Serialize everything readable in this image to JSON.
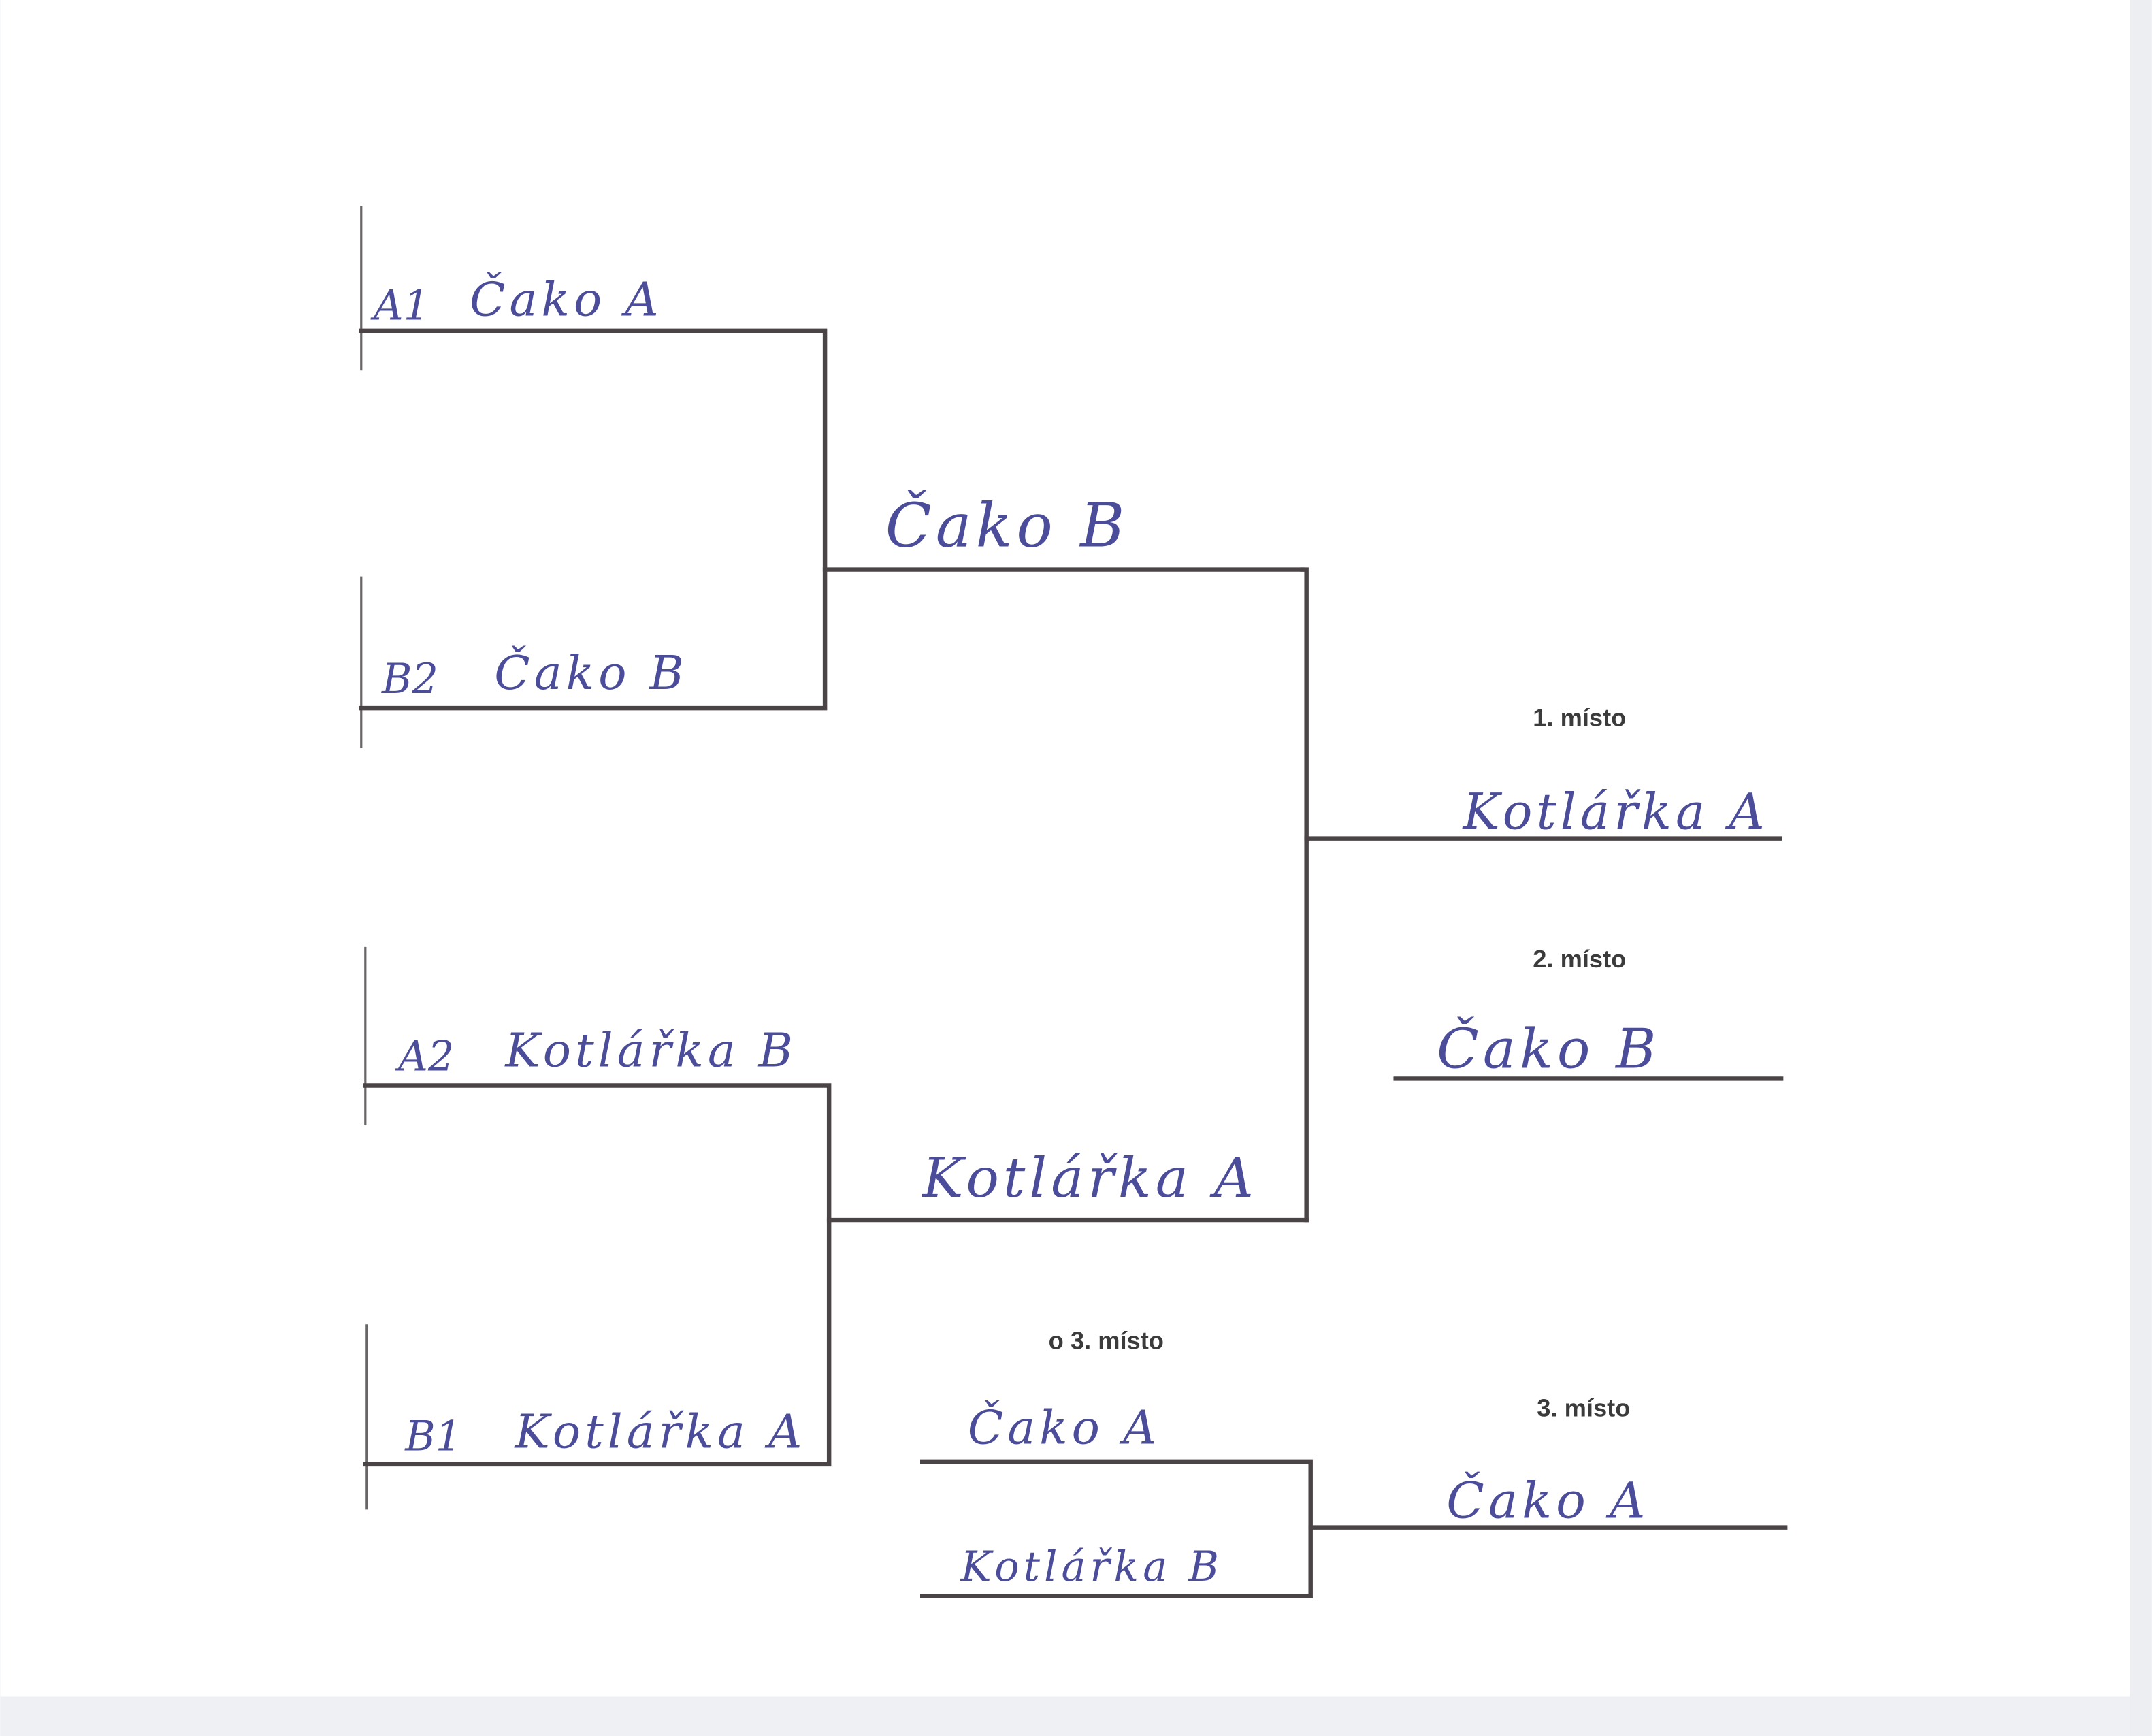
{
  "round1": [
    {
      "seed": "A1",
      "team": "Čako A"
    },
    {
      "seed": "B2",
      "team": "Čako B"
    },
    {
      "seed": "A2",
      "team": "Kotlářka B"
    },
    {
      "seed": "B1",
      "team": "Kotlářka A"
    }
  ],
  "semifinal_winners": [
    "Čako B",
    "Kotlářka A"
  ],
  "third_place_match": {
    "label": "o 3. místo",
    "teams": [
      "Čako A",
      "Kotlářka B"
    ]
  },
  "results": [
    {
      "label": "1. místo",
      "team": "Kotlářka A"
    },
    {
      "label": "2. místo",
      "team": "Čako B"
    },
    {
      "label": "3. místo",
      "team": "Čako A"
    }
  ]
}
